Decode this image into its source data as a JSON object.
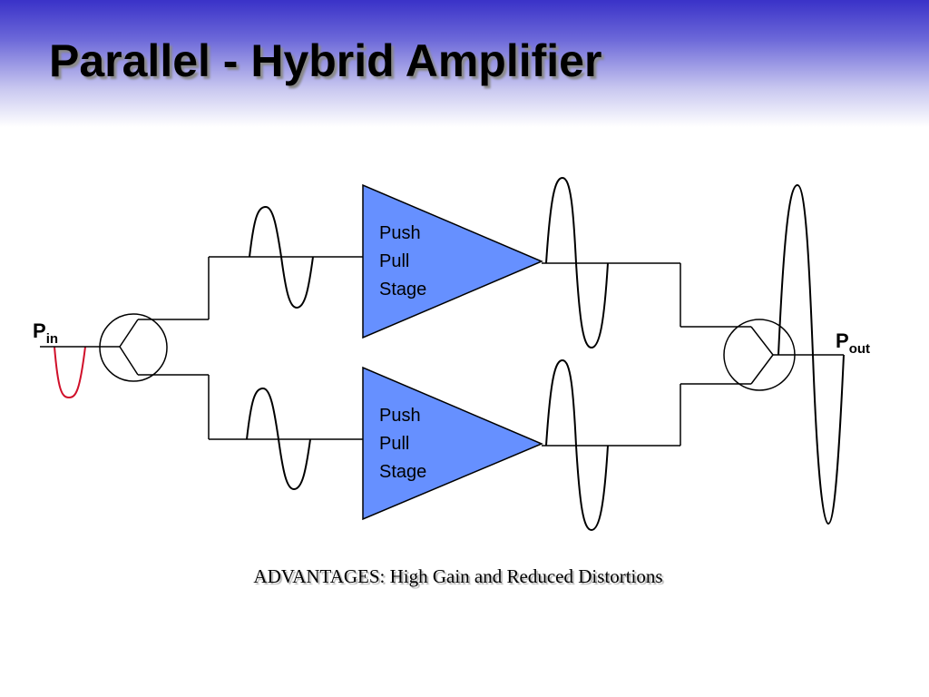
{
  "slide": {
    "title": "Parallel - Hybrid Amplifier",
    "caption": "ADVANTAGES:  High Gain and Reduced Distortions"
  },
  "diagram": {
    "input_port": {
      "main": "P",
      "subscript": "in"
    },
    "output_port": {
      "main": "P",
      "subscript": "out"
    },
    "stages": [
      {
        "lines": [
          "Push",
          "Pull",
          "Stage"
        ]
      },
      {
        "lines": [
          "Push",
          "Pull",
          "Stage"
        ]
      }
    ]
  },
  "colors": {
    "header_top": "#3a32c8",
    "amplifier_fill": "#6690ff",
    "input_signal": "#d0102a",
    "line": "#000000"
  }
}
